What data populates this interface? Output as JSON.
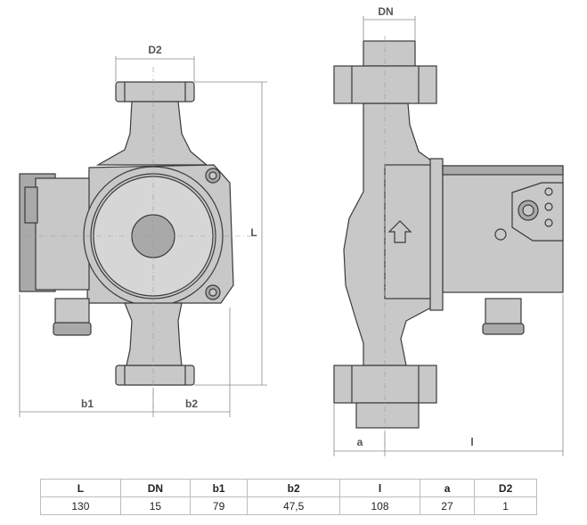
{
  "dimension_labels": {
    "dn": "DN",
    "d2": "D2",
    "l_upper": "L",
    "b1": "b1",
    "b2": "b2",
    "a": "a",
    "l_lower": "l"
  },
  "table": {
    "headers": [
      "L",
      "DN",
      "b1",
      "b2",
      "l",
      "a",
      "D2"
    ],
    "values": [
      "130",
      "15",
      "79",
      "47,5",
      "108",
      "27",
      "1"
    ]
  }
}
